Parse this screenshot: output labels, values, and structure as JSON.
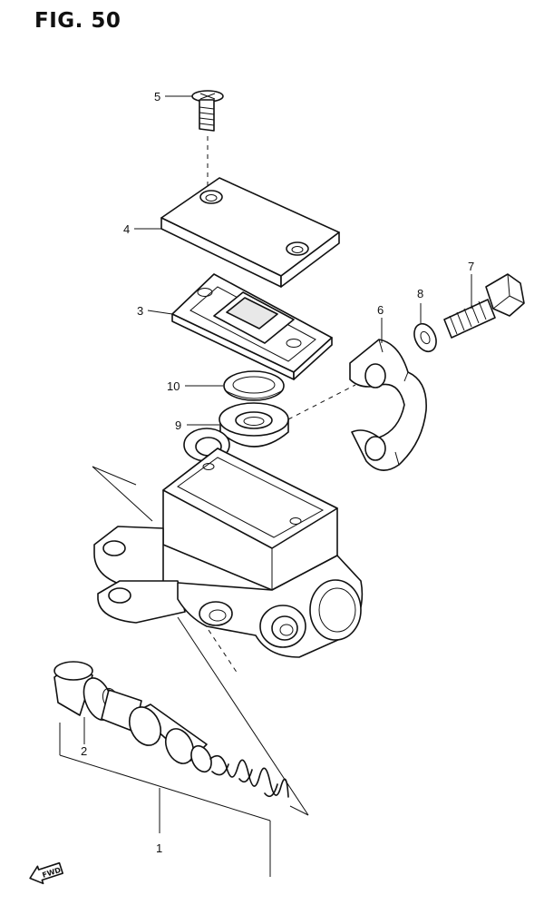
{
  "figure": {
    "title": "FIG. 50"
  },
  "callouts": [
    {
      "id": "1",
      "label": "1"
    },
    {
      "id": "2",
      "label": "2"
    },
    {
      "id": "3",
      "label": "3"
    },
    {
      "id": "4",
      "label": "4"
    },
    {
      "id": "5",
      "label": "5"
    },
    {
      "id": "6",
      "label": "6"
    },
    {
      "id": "7",
      "label": "7"
    },
    {
      "id": "8",
      "label": "8"
    },
    {
      "id": "9",
      "label": "9"
    },
    {
      "id": "10",
      "label": "10"
    }
  ],
  "direction_badge": {
    "label": "FWD",
    "icon": "arrow-left-icon"
  },
  "colors": {
    "ink": "#111111",
    "paper": "#ffffff"
  }
}
